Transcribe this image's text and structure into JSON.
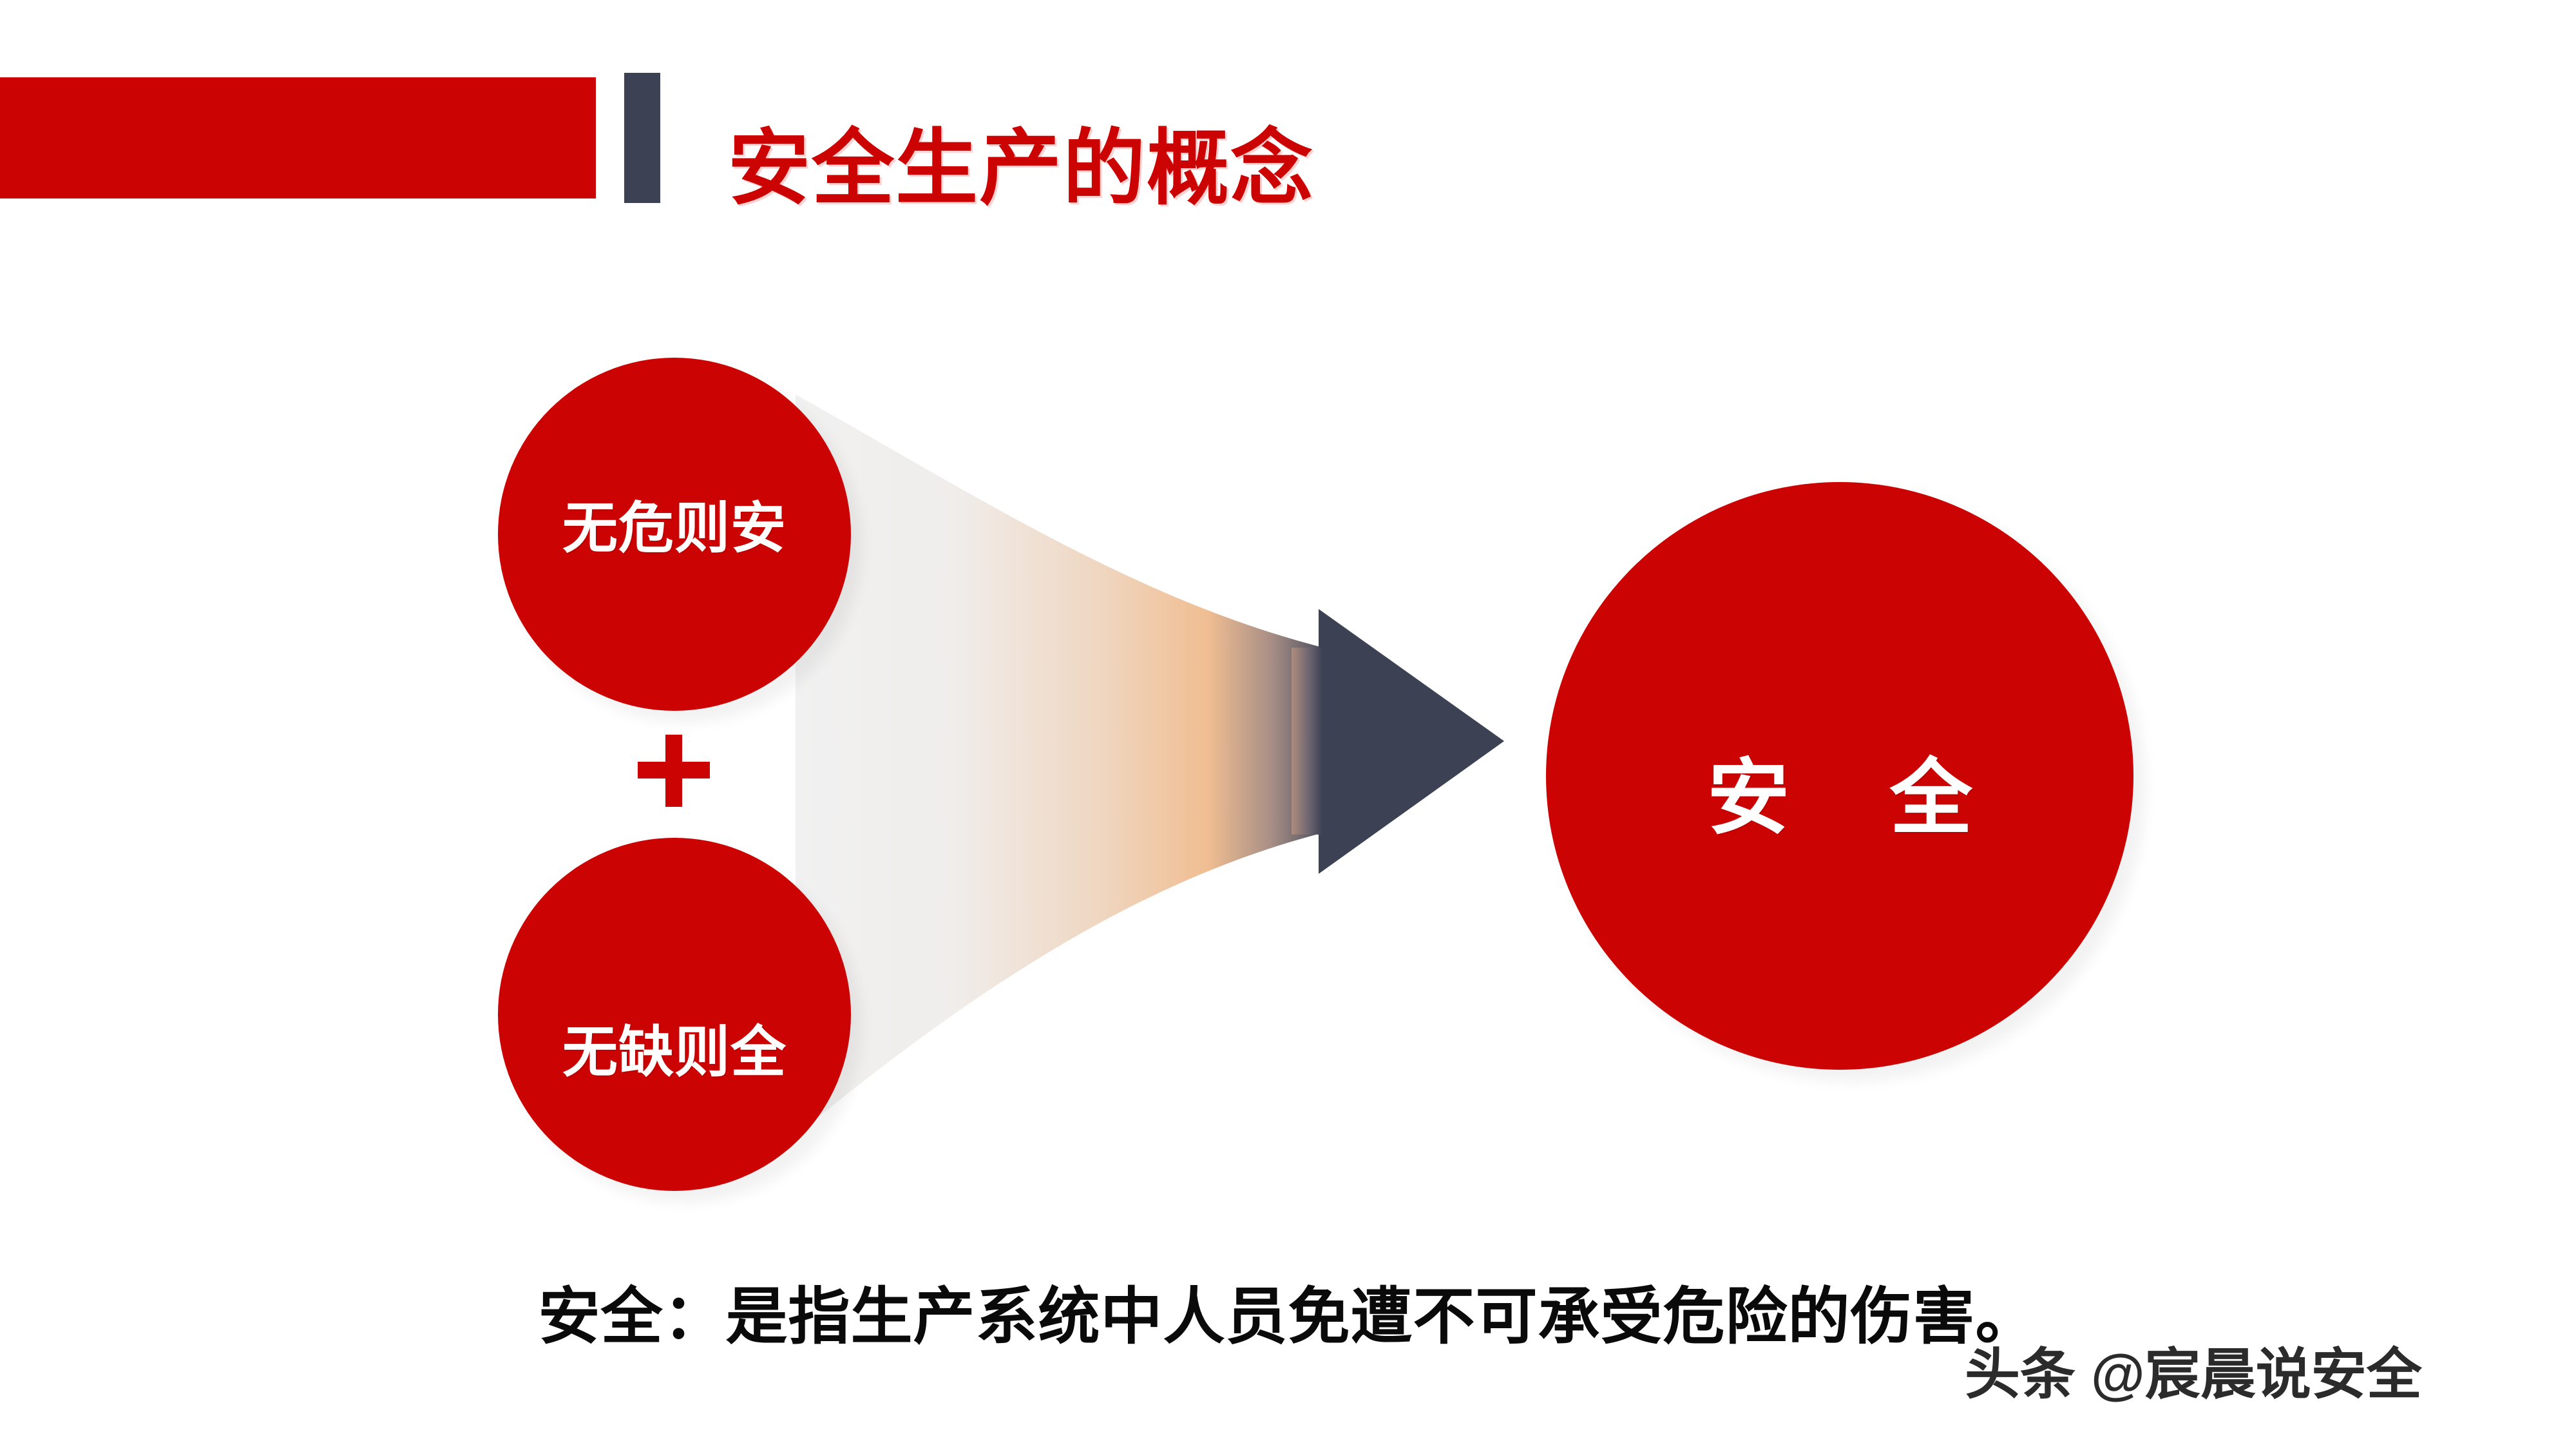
{
  "slide": {
    "title": "安全生产的概念",
    "accent_red": "#CC0303",
    "accent_navy": "#3C4254",
    "background": "#FFFFFF"
  },
  "header": {
    "band_label": "",
    "divider_label": ""
  },
  "diagram": {
    "type": "concept-convergence",
    "inputs": [
      {
        "id": "no-hazard",
        "label": "无危则安"
      },
      {
        "id": "no-defect",
        "label": "无缺则全"
      }
    ],
    "operator": "+",
    "arrow": {
      "direction": "right",
      "head_color": "#3C4254",
      "tail_gradient": [
        "#F2F2F2",
        "#F2C9A4",
        "#3C4254"
      ]
    },
    "output": {
      "id": "safety",
      "label": "安 全"
    }
  },
  "caption": {
    "text": "安全：是指生产系统中人员免遭不可承受危险的伤害。"
  },
  "watermark": {
    "text": "头条 @宸晨说安全"
  }
}
